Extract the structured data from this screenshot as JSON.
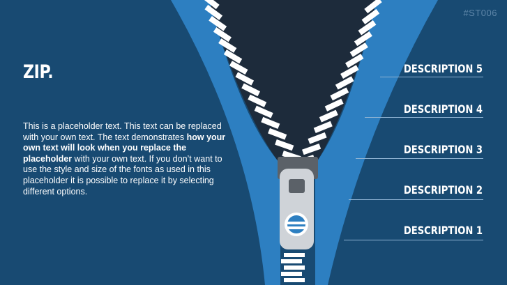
{
  "slide": {
    "code": "#ST006",
    "title": "ZIP.",
    "body": {
      "part1": "This is a placeholder text. This text can be replaced with your own text. The text demonstrates ",
      "bold": "how your own text will look when you replace the placeholder",
      "part2": " with your own text. If you don’t want to use the style and size of the fonts as used in this placeholder it is possible to replace it by selecting different options."
    },
    "descriptions": [
      {
        "label": "DESCRIPTION 5"
      },
      {
        "label": "DESCRIPTION 4"
      },
      {
        "label": "DESCRIPTION 3"
      },
      {
        "label": "DESCRIPTION 2"
      },
      {
        "label": "DESCRIPTION 1"
      }
    ]
  },
  "colors": {
    "background": "#184a72",
    "zipper_tape": "#2d7fc1",
    "zipper_opening": "#1d2b3b",
    "teeth": "#ffffff",
    "slider": "#cfd3d8"
  }
}
